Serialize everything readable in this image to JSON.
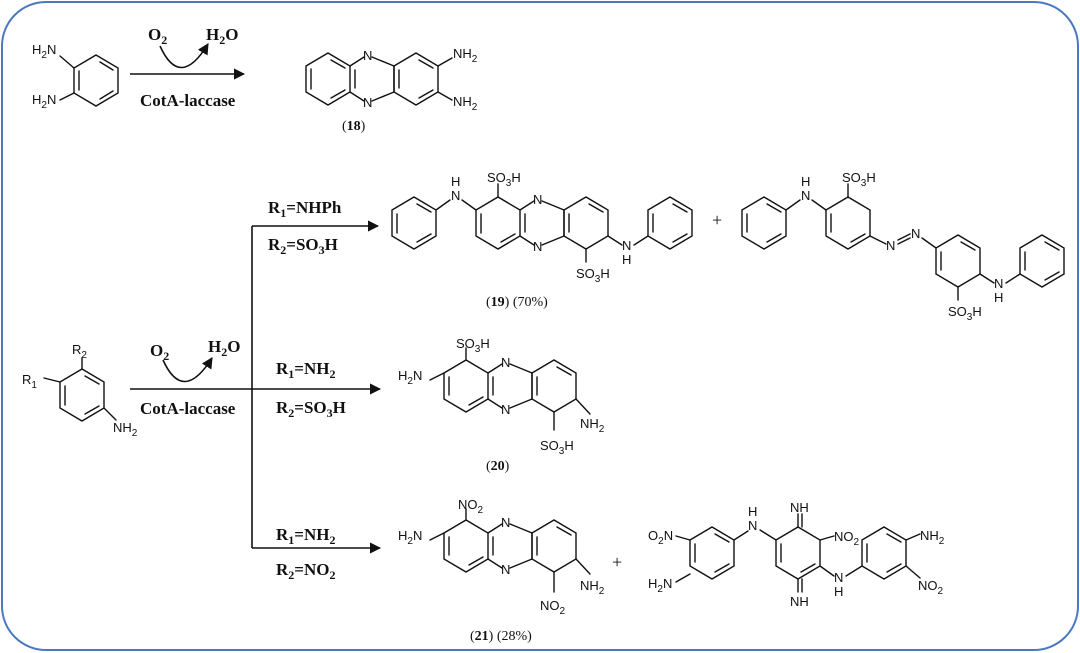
{
  "reaction_top": {
    "reactant_labels": [
      "H2N",
      "H2N"
    ],
    "above_arrow": [
      "O2",
      "H2O"
    ],
    "catalyst": "CotA-laccase",
    "product_labels": [
      "N",
      "N",
      "NH2",
      "NH2"
    ],
    "product_number": "18"
  },
  "reaction_bottom": {
    "reactant_labels": [
      "R1",
      "R2",
      "NH2"
    ],
    "above_arrow": [
      "O2",
      "H2O"
    ],
    "catalyst": "CotA-laccase",
    "branches": [
      {
        "r1": "R1=NHPh",
        "r2": "R2=SO3H",
        "products": [
          {
            "number": "19",
            "yield": "(70%)",
            "labels": [
              "SO3H",
              "SO3H",
              "H",
              "N",
              "N",
              "N",
              "H",
              "N"
            ]
          },
          {
            "number": "",
            "yield": "",
            "labels": [
              "SO3H",
              "H",
              "N",
              "N",
              "N",
              "H",
              "N",
              "SO3H"
            ]
          }
        ],
        "plus": "+"
      },
      {
        "r1": "R1=NH2",
        "r2": "R2=SO3H",
        "products": [
          {
            "number": "20",
            "yield": "",
            "labels": [
              "SO3H",
              "H2N",
              "N",
              "N",
              "NH2",
              "SO3H"
            ]
          }
        ]
      },
      {
        "r1": "R1=NH2",
        "r2": "R2=NO2",
        "products": [
          {
            "number": "21",
            "yield": "(28%)",
            "labels": [
              "NO2",
              "H2N",
              "N",
              "N",
              "NH2",
              "NO2"
            ]
          },
          {
            "number": "",
            "yield": "",
            "labels": [
              "O2N",
              "H2N",
              "H",
              "N",
              "NH",
              "NO2",
              "NH",
              "H",
              "N",
              "NH2",
              "NO2"
            ]
          }
        ],
        "plus": "+"
      }
    ]
  }
}
